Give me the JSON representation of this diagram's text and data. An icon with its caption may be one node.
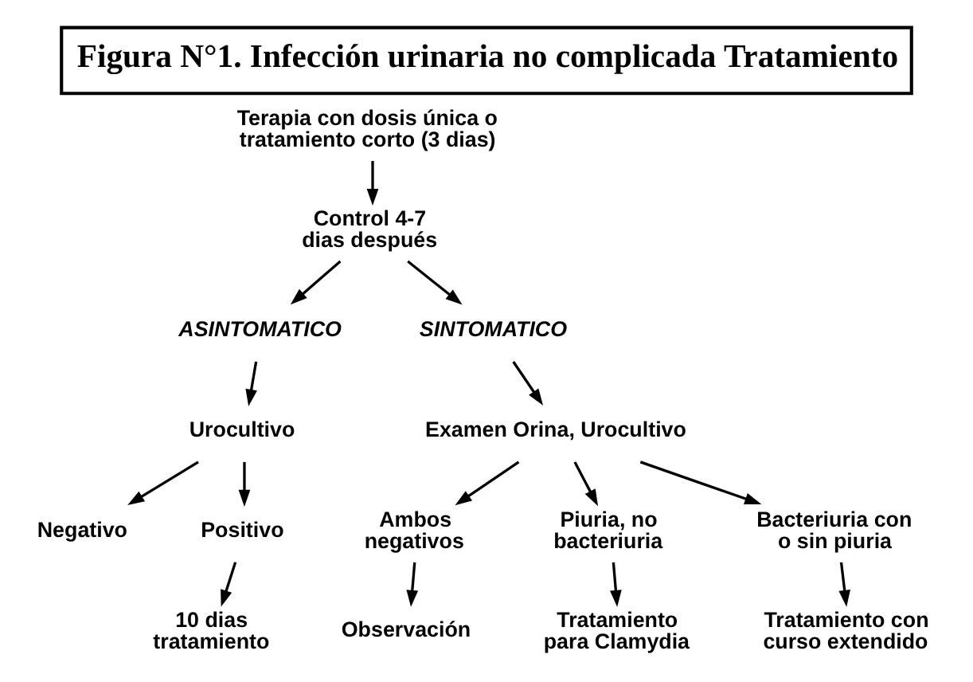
{
  "diagram": {
    "title": "Figura N°1. Infección urinaria no complicada Tratamiento",
    "nodes": [
      {
        "text": [
          "Terapia con dosis única o tratamiento corto (3 dias)"
        ]
      },
      {
        "text": [
          "Control 4-7 dias después"
        ]
      },
      {
        "text": [
          "ASINTOMATICO"
        ]
      },
      {
        "text": [
          "SINTOMATICO"
        ]
      },
      {
        "text": [
          "Urocultivo"
        ]
      },
      {
        "text": [
          "Negativo"
        ]
      },
      {
        "text": [
          "Positivo"
        ]
      },
      {
        "text": [
          "10 dias tratamiento"
        ]
      },
      {
        "text": [
          "Examen Orina, Urocultivo"
        ]
      },
      {
        "text": [
          "Ambos negativos"
        ]
      },
      {
        "text": [
          "Piuria, no bacteriuria"
        ]
      },
      {
        "text": [
          "Bacteriuria con o sin piuria"
        ]
      },
      {
        "text": [
          "Observación"
        ]
      },
      {
        "text": [
          "Tratamiento para Clamydia"
        ]
      },
      {
        "text": [
          "Tratamiento con curso extendido"
        ]
      }
    ],
    "edges": [
      {
        "from": 0,
        "to": 1,
        "arrow": "to"
      },
      {
        "from": 1,
        "to": 2,
        "arrow": "to"
      },
      {
        "from": 1,
        "to": 3,
        "arrow": "to"
      },
      {
        "from": 2,
        "to": 4,
        "arrow": "to"
      },
      {
        "from": 4,
        "to": 5,
        "arrow": "to"
      },
      {
        "from": 4,
        "to": 6,
        "arrow": "to"
      },
      {
        "from": 6,
        "to": 7,
        "arrow": "to"
      },
      {
        "from": 3,
        "to": 8,
        "arrow": "to"
      },
      {
        "from": 8,
        "to": 9,
        "arrow": "to"
      },
      {
        "from": 8,
        "to": 10,
        "arrow": "to"
      },
      {
        "from": 8,
        "to": 11,
        "arrow": "to"
      },
      {
        "from": 9,
        "to": 12,
        "arrow": "to"
      },
      {
        "from": 10,
        "to": 13,
        "arrow": "to"
      },
      {
        "from": 11,
        "to": 14,
        "arrow": "to"
      }
    ]
  }
}
